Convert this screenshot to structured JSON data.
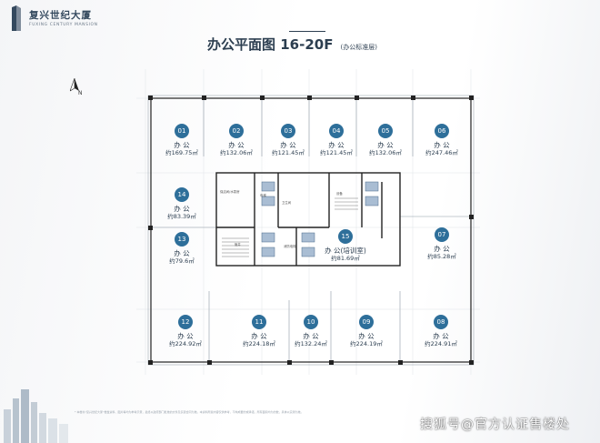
{
  "brand": {
    "name_cn": "复兴世纪大厦",
    "name_en": "FUXING CENTURY MANSION"
  },
  "title": {
    "main": "办公平面图 16-20F",
    "sub": "(办公标准层)"
  },
  "north_label": "N",
  "units": [
    {
      "num": "01",
      "name": "办 公",
      "area": "约169.75㎡"
    },
    {
      "num": "02",
      "name": "办 公",
      "area": "约132.06㎡"
    },
    {
      "num": "03",
      "name": "办 公",
      "area": "约121.45㎡"
    },
    {
      "num": "04",
      "name": "办 公",
      "area": "约121.45㎡"
    },
    {
      "num": "05",
      "name": "办 公",
      "area": "约132.06㎡"
    },
    {
      "num": "06",
      "name": "办 公",
      "area": "约247.46㎡"
    },
    {
      "num": "07",
      "name": "办 公",
      "area": "约85.28㎡"
    },
    {
      "num": "08",
      "name": "办 公",
      "area": "约224.91㎡"
    },
    {
      "num": "09",
      "name": "办 公",
      "area": "约224.19㎡"
    },
    {
      "num": "10",
      "name": "办 公",
      "area": "约132.24㎡"
    },
    {
      "num": "11",
      "name": "办 公",
      "area": "约224.18㎡"
    },
    {
      "num": "12",
      "name": "办 公",
      "area": "约224.92㎡"
    },
    {
      "num": "13",
      "name": "办 公",
      "area": "约79.6㎡"
    },
    {
      "num": "14",
      "name": "办 公",
      "area": "约83.39㎡"
    },
    {
      "num": "15",
      "name": "办 公(培训室)",
      "area": "约81.69㎡"
    }
  ],
  "core_labels": {
    "cleaning": "保洁间/水泵房",
    "elevator": "电梯",
    "fire_elevator": "消防电梯",
    "toilet": "卫生间",
    "equipment": "设备",
    "shaft": "管井"
  },
  "footnote": "* 本楼书“复兴世纪大厦”楼盘资料、图片等均为参考示意，最终以政府部门批准的文件及买卖合同为准。本资料所载内容仅供参考，不构成要约或承诺，所有面积均为约数，具体以实测为准。",
  "watermark": "搜狐号@官方认证售楼处",
  "colors": {
    "accent": "#2e6f9a",
    "wall": "#222222",
    "elevator": "#a9bdd3",
    "grid": "#d5dadf"
  }
}
